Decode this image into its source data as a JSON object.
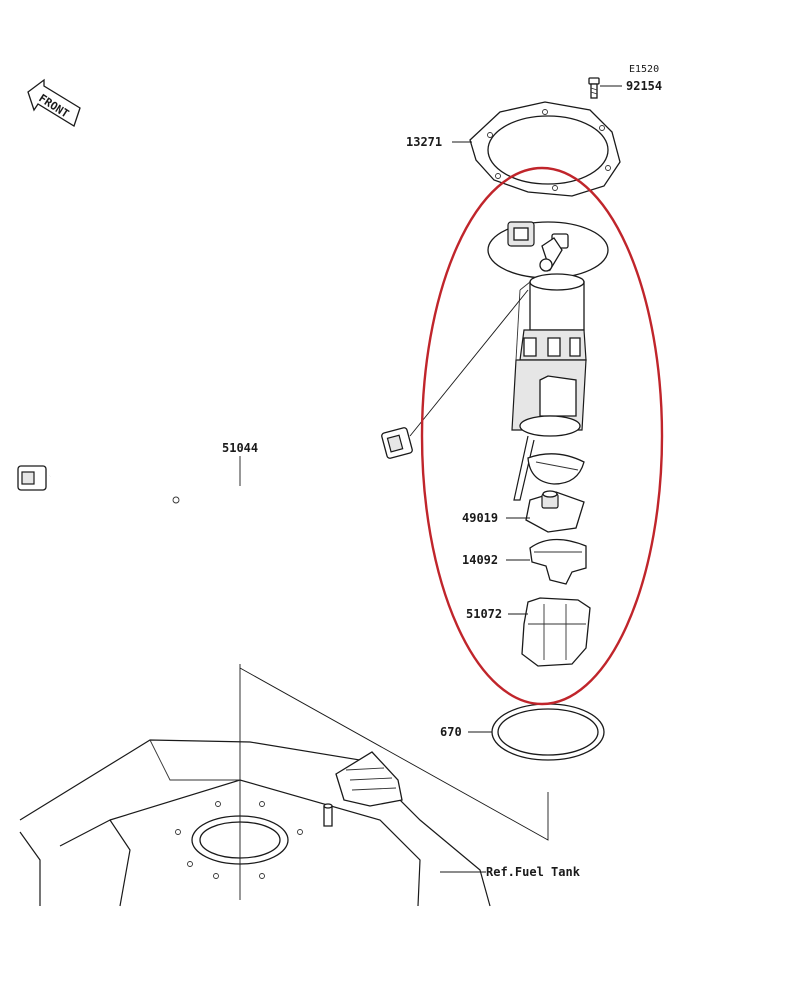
{
  "diagram": {
    "diagram_code": "E1520",
    "front_label": "FRONT",
    "reference_label": "Ref.Fuel Tank",
    "highlight_color": "#c0252b",
    "parts": [
      {
        "id": "bolt",
        "number": "92154"
      },
      {
        "id": "gasket-plate",
        "number": "13271"
      },
      {
        "id": "wire-harness",
        "number": "51044"
      },
      {
        "id": "filter",
        "number": "49019"
      },
      {
        "id": "cover",
        "number": "14092"
      },
      {
        "id": "pump-case",
        "number": "51072"
      },
      {
        "id": "o-ring",
        "number": "670"
      }
    ]
  }
}
